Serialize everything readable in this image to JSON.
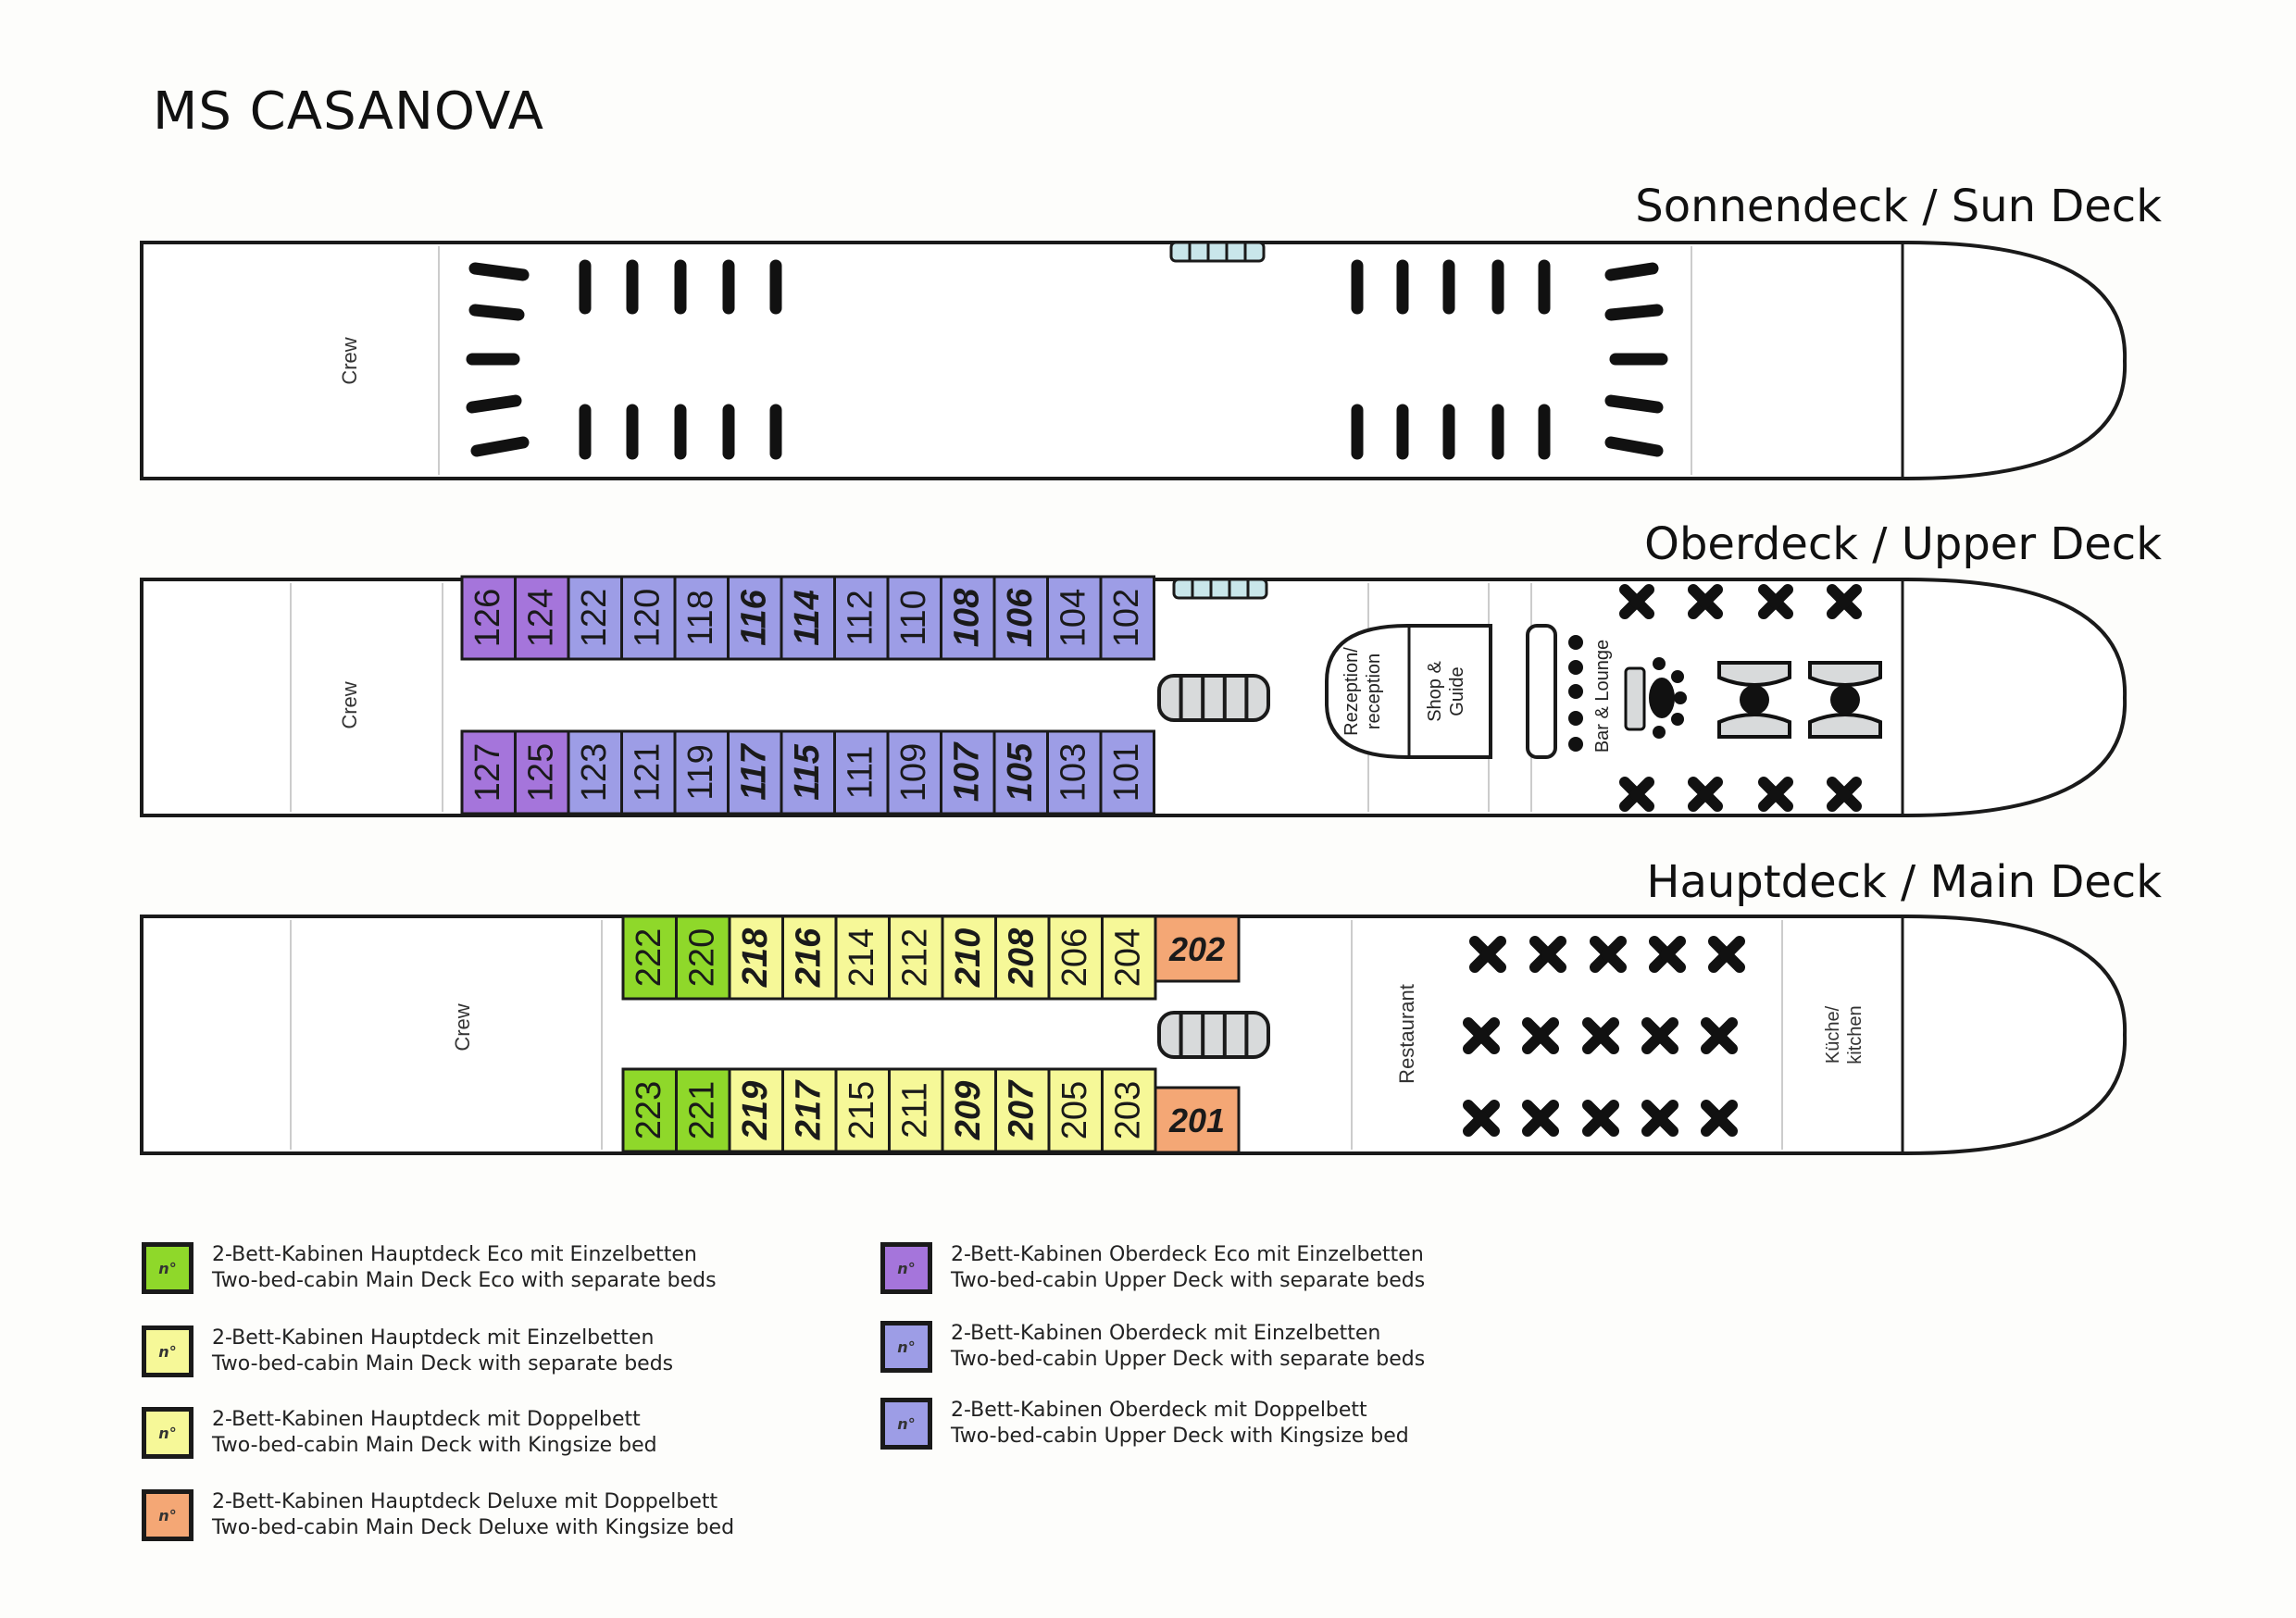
{
  "title": "MS CASANOVA",
  "colors": {
    "main_eco": "#8fd82a",
    "main_standard": "#f6f898",
    "main_deluxe": "#f4a775",
    "upper_eco": "#a575db",
    "upper_standard": "#9d9de6",
    "stairs": "#d8dadb",
    "lift": "#c9e6ea",
    "outline": "#1a1a1a"
  },
  "decks": {
    "sun": {
      "label": "Sonnendeck / Sun Deck",
      "areas": [
        "Crew"
      ]
    },
    "upper": {
      "label": "Oberdeck / Upper Deck",
      "areas": [
        "Crew",
        "Rezeption/ reception",
        "Shop & Guide",
        "Bar & Lounge"
      ],
      "cabins_top": [
        {
          "num": "126",
          "type": "upper_eco",
          "bold": false
        },
        {
          "num": "124",
          "type": "upper_eco",
          "bold": false
        },
        {
          "num": "122",
          "type": "upper_standard",
          "bold": false
        },
        {
          "num": "120",
          "type": "upper_standard",
          "bold": false
        },
        {
          "num": "118",
          "type": "upper_standard",
          "bold": false
        },
        {
          "num": "116",
          "type": "upper_standard",
          "bold": true
        },
        {
          "num": "114",
          "type": "upper_standard",
          "bold": true
        },
        {
          "num": "112",
          "type": "upper_standard",
          "bold": false
        },
        {
          "num": "110",
          "type": "upper_standard",
          "bold": false
        },
        {
          "num": "108",
          "type": "upper_standard",
          "bold": true
        },
        {
          "num": "106",
          "type": "upper_standard",
          "bold": true
        },
        {
          "num": "104",
          "type": "upper_standard",
          "bold": false
        },
        {
          "num": "102",
          "type": "upper_standard",
          "bold": false
        }
      ],
      "cabins_bottom": [
        {
          "num": "127",
          "type": "upper_eco",
          "bold": false
        },
        {
          "num": "125",
          "type": "upper_eco",
          "bold": false
        },
        {
          "num": "123",
          "type": "upper_standard",
          "bold": false
        },
        {
          "num": "121",
          "type": "upper_standard",
          "bold": false
        },
        {
          "num": "119",
          "type": "upper_standard",
          "bold": false
        },
        {
          "num": "117",
          "type": "upper_standard",
          "bold": true
        },
        {
          "num": "115",
          "type": "upper_standard",
          "bold": true
        },
        {
          "num": "111",
          "type": "upper_standard",
          "bold": false
        },
        {
          "num": "109",
          "type": "upper_standard",
          "bold": false
        },
        {
          "num": "107",
          "type": "upper_standard",
          "bold": true
        },
        {
          "num": "105",
          "type": "upper_standard",
          "bold": true
        },
        {
          "num": "103",
          "type": "upper_standard",
          "bold": false
        },
        {
          "num": "101",
          "type": "upper_standard",
          "bold": false
        }
      ]
    },
    "main": {
      "label": "Hauptdeck / Main Deck",
      "areas": [
        "Crew",
        "Restaurant",
        "Küche/ kitchen"
      ],
      "cabins_top": [
        {
          "num": "222",
          "type": "main_eco",
          "bold": false
        },
        {
          "num": "220",
          "type": "main_eco",
          "bold": false
        },
        {
          "num": "218",
          "type": "main_standard",
          "bold": true
        },
        {
          "num": "216",
          "type": "main_standard",
          "bold": true
        },
        {
          "num": "214",
          "type": "main_standard",
          "bold": false
        },
        {
          "num": "212",
          "type": "main_standard",
          "bold": false
        },
        {
          "num": "210",
          "type": "main_standard",
          "bold": true
        },
        {
          "num": "208",
          "type": "main_standard",
          "bold": true
        },
        {
          "num": "206",
          "type": "main_standard",
          "bold": false
        },
        {
          "num": "204",
          "type": "main_standard",
          "bold": false
        }
      ],
      "cabins_bottom": [
        {
          "num": "223",
          "type": "main_eco",
          "bold": false
        },
        {
          "num": "221",
          "type": "main_eco",
          "bold": false
        },
        {
          "num": "219",
          "type": "main_standard",
          "bold": true
        },
        {
          "num": "217",
          "type": "main_standard",
          "bold": true
        },
        {
          "num": "215",
          "type": "main_standard",
          "bold": false
        },
        {
          "num": "211",
          "type": "main_standard",
          "bold": false
        },
        {
          "num": "209",
          "type": "main_standard",
          "bold": true
        },
        {
          "num": "207",
          "type": "main_standard",
          "bold": true
        },
        {
          "num": "205",
          "type": "main_standard",
          "bold": false
        },
        {
          "num": "203",
          "type": "main_standard",
          "bold": false
        }
      ],
      "deluxe_top": {
        "num": "202",
        "type": "main_deluxe"
      },
      "deluxe_bottom": {
        "num": "201",
        "type": "main_deluxe"
      }
    }
  },
  "legend": [
    {
      "type": "main_eco",
      "swatch_text": "n°",
      "de": "2-Bett-Kabinen Hauptdeck Eco mit Einzelbetten",
      "en": "Two-bed-cabin Main Deck Eco with separate beds"
    },
    {
      "type": "main_standard",
      "swatch_text": "n°",
      "de": "2-Bett-Kabinen Hauptdeck mit Einzelbetten",
      "en": "Two-bed-cabin Main Deck with separate beds"
    },
    {
      "type": "main_standard",
      "swatch_text": "n°",
      "de": "2-Bett-Kabinen Hauptdeck mit Doppelbett",
      "en": "Two-bed-cabin Main Deck with Kingsize bed"
    },
    {
      "type": "main_deluxe",
      "swatch_text": "n°",
      "de": "2-Bett-Kabinen Hauptdeck Deluxe mit Doppelbett",
      "en": "Two-bed-cabin Main Deck Deluxe with Kingsize bed"
    },
    {
      "type": "upper_eco",
      "swatch_text": "n°",
      "de": "2-Bett-Kabinen Oberdeck Eco mit Einzelbetten",
      "en": "Two-bed-cabin Upper Deck with separate beds"
    },
    {
      "type": "upper_standard",
      "swatch_text": "n°",
      "de": "2-Bett-Kabinen Oberdeck mit Einzelbetten",
      "en": "Two-bed-cabin Upper Deck with separate beds"
    },
    {
      "type": "upper_standard",
      "swatch_text": "n°",
      "de": "2-Bett-Kabinen Oberdeck mit Doppelbett",
      "en": "Two-bed-cabin Upper Deck with Kingsize bed"
    }
  ]
}
